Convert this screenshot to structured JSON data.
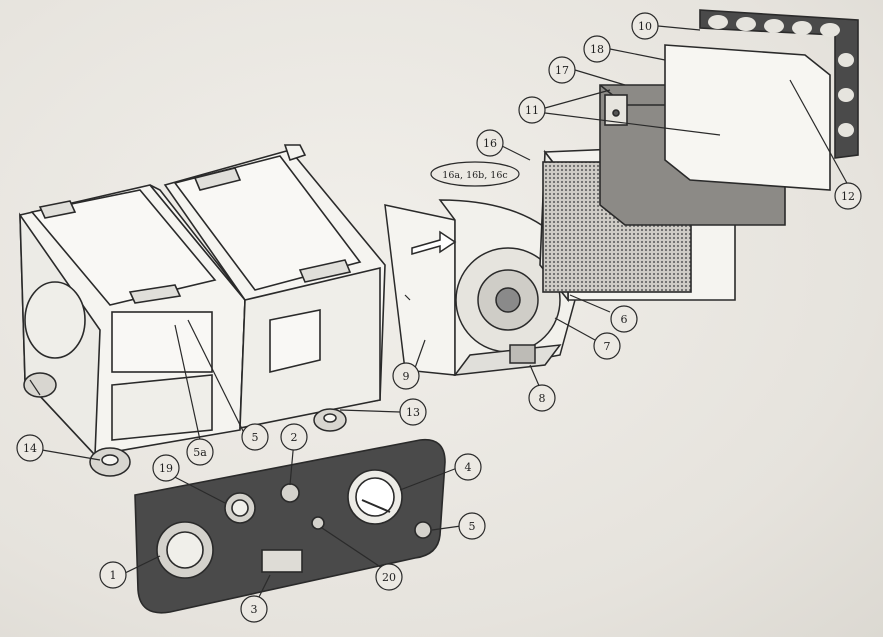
{
  "callouts": {
    "c1": "1",
    "c2": "2",
    "c3": "3",
    "c4": "4",
    "c5a": "5",
    "c5b": "5",
    "c5sub": "5a",
    "c6": "6",
    "c7": "7",
    "c8": "8",
    "c9": "9",
    "c10": "10",
    "c11": "11",
    "c12": "12",
    "c13": "13",
    "c14": "14",
    "c16": "16",
    "c16sub": "16a, 16b, 16c",
    "c17": "17",
    "c18": "18",
    "c19": "19",
    "c20": "20"
  },
  "colors": {
    "line": "#2a2a2a",
    "panel": "#4a4a4a",
    "paper": "#ece9e3"
  }
}
